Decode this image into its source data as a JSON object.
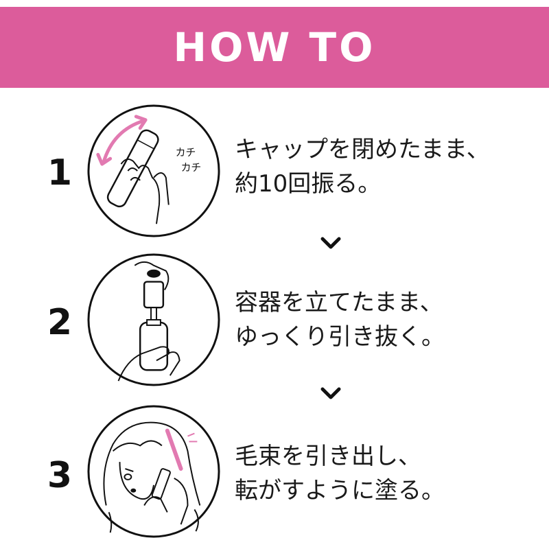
{
  "header": {
    "title": "HOW TO"
  },
  "steps": [
    {
      "number": "1",
      "line1": "キャップを閉めたまま、",
      "line2": "約10回振る。",
      "illustration_text": [
        "カチ",
        "カチ"
      ]
    },
    {
      "number": "2",
      "line1": "容器を立てたまま、",
      "line2": "ゆっくり引き抜く。"
    },
    {
      "number": "3",
      "line1": "毛束を引き出し、",
      "line2": "転がすように塗る。"
    }
  ],
  "colors": {
    "accent": "#dc5c9b",
    "text": "#1a1a1a",
    "brush": "#e27ab1"
  },
  "icons": [
    "shake-illustration",
    "pull-out-illustration",
    "apply-hair-illustration",
    "chevron-down-icon"
  ]
}
